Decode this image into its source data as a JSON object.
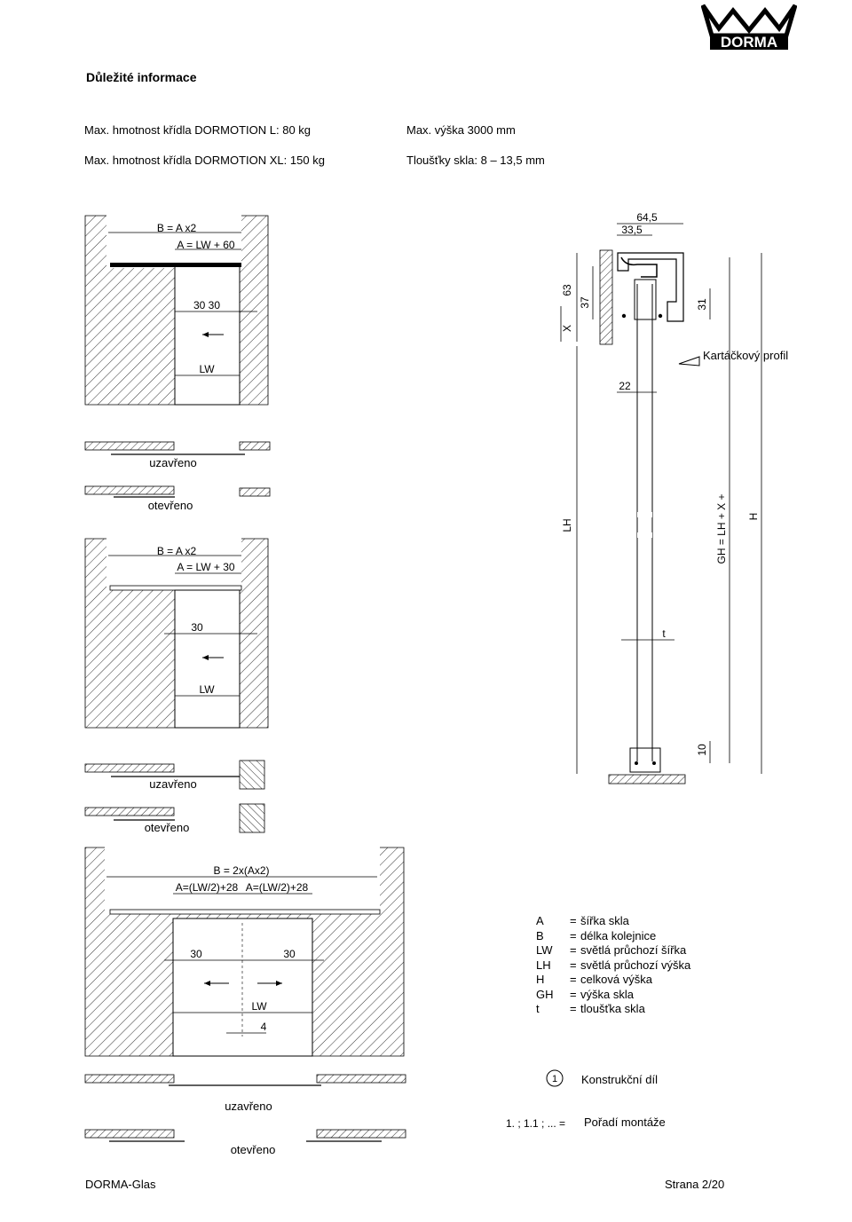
{
  "brand": {
    "name": "DORMA"
  },
  "heading": "Důležité informace",
  "info": {
    "left_1": "Max. hmotnost křídla DORMOTION L: 80 kg",
    "left_2": "Max. hmotnost křídla DORMOTION XL: 150 kg",
    "right_1": "Max. výška 3000 mm",
    "right_2": "Tloušťky skla: 8 – 13,5 mm"
  },
  "drawing1": {
    "b_label": "B = A x2",
    "a_label": "A = LW + 60",
    "gaps_label": "30 30",
    "lw_label": "LW",
    "closed_label": "uzavřeno",
    "open_label": "otevřeno"
  },
  "drawing2": {
    "b_label": "B = A x2",
    "a_label": "A = LW + 30",
    "gap_label": "30",
    "lw_label": "LW",
    "closed_label": "uzavřeno",
    "open_label": "otevřeno"
  },
  "drawing3": {
    "b_label": "B = 2x(Ax2)",
    "a_left_label": "A=(LW/2)+28",
    "a_right_label": "A=(LW/2)+28",
    "gap_left": "30",
    "gap_right": "30",
    "lw_label": "LW",
    "center_gap": "4",
    "closed_label": "uzavřeno",
    "open_label": "otevřeno"
  },
  "section": {
    "dim_64_5": "64,5",
    "dim_33_5": "33,5",
    "dim_63": "63",
    "dim_37": "37",
    "dim_x": "X",
    "dim_31": "31",
    "dim_22": "22",
    "brush_label": "Kartáčkový profil",
    "lh": "LH",
    "gh": "GH = LH + X +",
    "h": "H",
    "t": "t",
    "dim_10": "10"
  },
  "legend": [
    {
      "key": "A",
      "eq": "=",
      "value": "šířka skla"
    },
    {
      "key": "B",
      "eq": "=",
      "value": "délka kolejnice"
    },
    {
      "key": "LW",
      "eq": "=",
      "value": "světlá průchozí šířka"
    },
    {
      "key": "LH",
      "eq": "=",
      "value": "světlá průchozí výška"
    },
    {
      "key": "H",
      "eq": "=",
      "value": "celková výška"
    },
    {
      "key": "GH",
      "eq": "=",
      "value": "výška skla"
    },
    {
      "key": "t",
      "eq": "=",
      "value": "tloušťka skla"
    }
  ],
  "notes": {
    "circle_num": "1",
    "component_label": "Konstrukční díl",
    "order_key": "1. ; 1.1 ; ... =",
    "order_label": "Pořadí montáže"
  },
  "footer": {
    "left": "DORMA-Glas",
    "right": "Strana 2/20"
  }
}
